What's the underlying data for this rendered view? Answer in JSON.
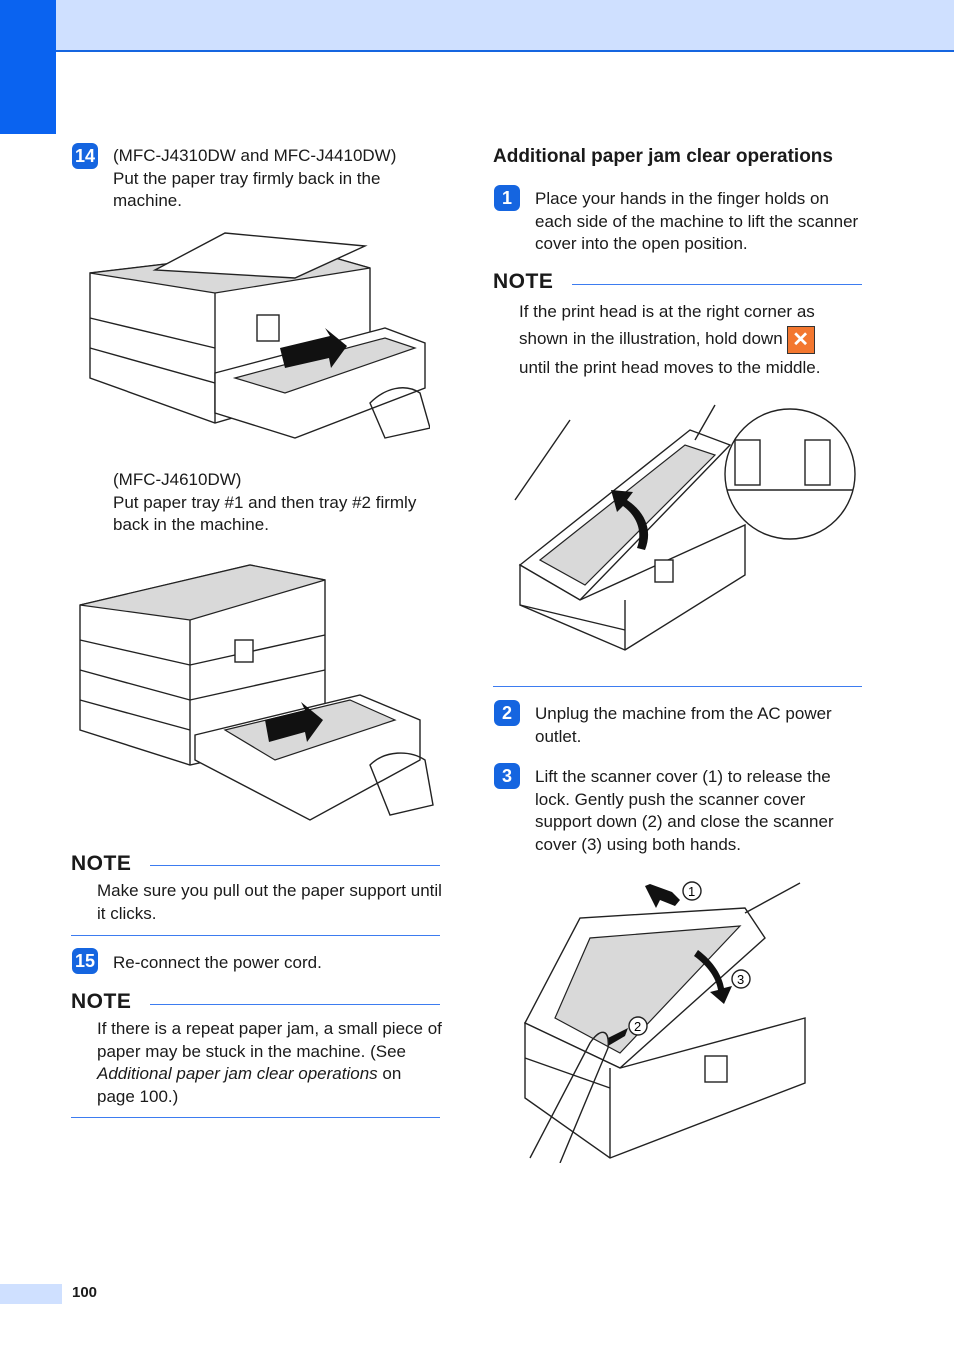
{
  "page": {
    "number": "100"
  },
  "left": {
    "step14": {
      "badge": "14",
      "models": "(MFC-J4310DW and MFC-J4410DW)",
      "text": "Put the paper tray firmly back in the machine."
    },
    "step14b": {
      "models": "(MFC-J4610DW)",
      "text": "Put paper tray #1 and then tray #2 firmly back in the machine."
    },
    "note1": {
      "heading": "NOTE",
      "text": "Make sure you pull out the paper support until it clicks."
    },
    "step15": {
      "badge": "15",
      "text": "Re-connect the power cord."
    },
    "note2": {
      "heading": "NOTE",
      "text_a": "If there is a repeat paper jam, a small piece of paper may be stuck in the machine. (See ",
      "text_italic": "Additional paper jam clear operations",
      "text_b": " on page 100.)"
    }
  },
  "right": {
    "heading": "Additional paper jam clear operations",
    "step1": {
      "badge": "1",
      "text": "Place your hands in the finger holds on each side of the machine to lift the scanner cover into the open position."
    },
    "note3": {
      "heading": "NOTE",
      "text_a": "If the print head is at the right corner as shown in the illustration, hold down",
      "key_icon": "stop-exit-key-icon",
      "key_glyph": "✕",
      "text_b": "until the print head moves to the middle."
    },
    "step2": {
      "badge": "2",
      "text": "Unplug the machine from the AC power outlet."
    },
    "step3": {
      "badge": "3",
      "text": "Lift the scanner cover (1) to release the lock. Gently push the scanner cover support down (2) and close the scanner cover (3) using both hands."
    },
    "callouts": {
      "c1": "1",
      "c2": "2",
      "c3": "3"
    }
  },
  "colors": {
    "accent": "#1565e0",
    "band": "#cfe0ff",
    "key": "#f3772f"
  }
}
